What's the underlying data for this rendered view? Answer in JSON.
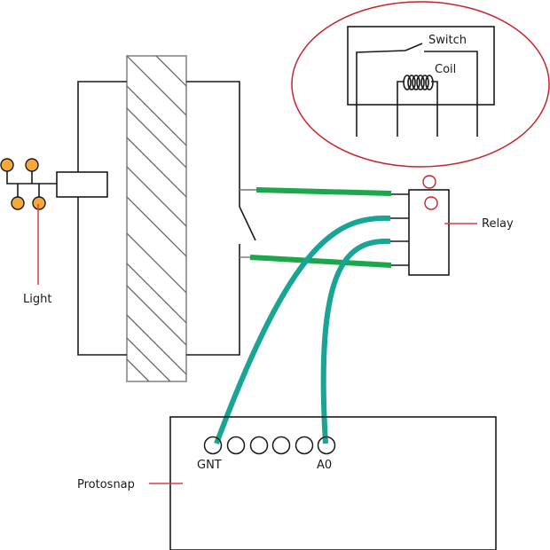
{
  "diagram": {
    "labels": {
      "switch": "Switch",
      "coil": "Coil",
      "relay": "Relay",
      "light": "Light",
      "protosnap": "Protosnap",
      "pin_gnd": "GNT",
      "pin_a0": "A0"
    },
    "colors": {
      "callout_red": "#c8232c",
      "wire_green": "#1aa84a",
      "wire_teal": "#18a596",
      "lamp_orange": "#f5a93a",
      "line_black": "#1a1a1a"
    },
    "protosnap_pin_count": 6
  }
}
